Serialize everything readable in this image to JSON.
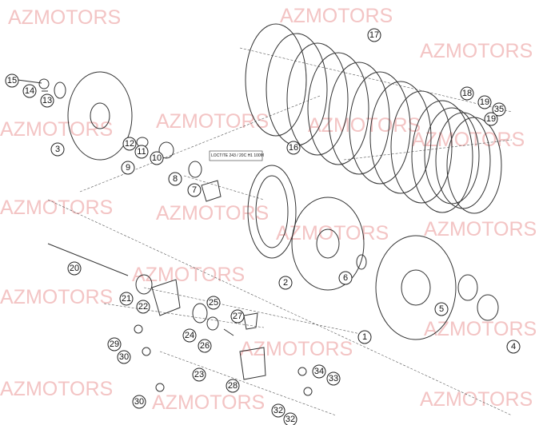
{
  "watermark": "AZMOTORS",
  "note": "LOCTITE 243 / 20C H1 100M",
  "callouts": [
    "15",
    "14",
    "13",
    "3",
    "12",
    "11",
    "9",
    "10",
    "8",
    "7",
    "17",
    "16",
    "18",
    "19",
    "35",
    "19",
    "20",
    "2",
    "6",
    "1",
    "5",
    "4",
    "21",
    "22",
    "25",
    "24",
    "26",
    "27",
    "29",
    "30",
    "30",
    "28",
    "23",
    "34",
    "33",
    "32",
    "32"
  ]
}
